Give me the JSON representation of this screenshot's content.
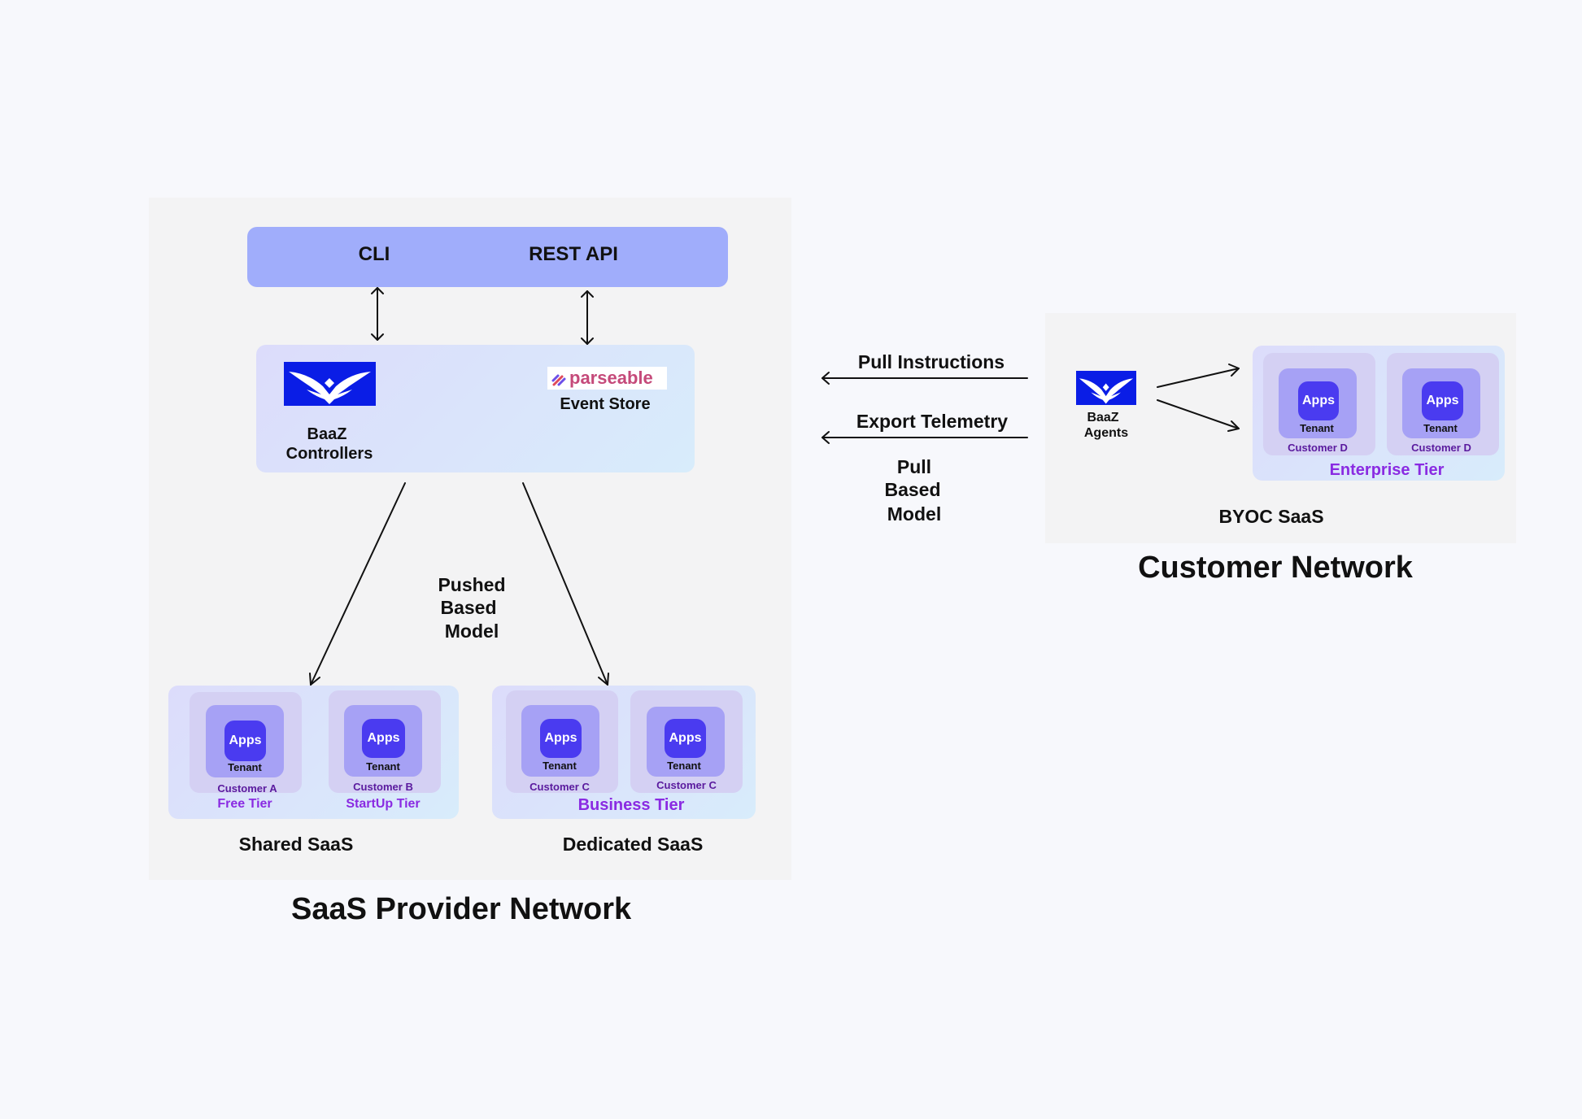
{
  "provider": {
    "title": "SaaS Provider Network",
    "api_bar": {
      "cli": "CLI",
      "rest": "REST API"
    },
    "controllers": {
      "name_line1": "BaaZ",
      "name_line2": "Controllers"
    },
    "event_store": {
      "brand": "parseable",
      "label": "Event Store"
    },
    "push_model": {
      "line1": "Pushed",
      "line2": "Based",
      "line3": "Model"
    },
    "shared": {
      "label": "Shared SaaS",
      "tenants": [
        {
          "apps": "Apps",
          "tenant": "Tenant",
          "customer": "Customer A",
          "tier": "Free Tier"
        },
        {
          "apps": "Apps",
          "tenant": "Tenant",
          "customer": "Customer B",
          "tier": "StartUp Tier"
        }
      ]
    },
    "dedicated": {
      "label": "Dedicated SaaS",
      "tier": "Business Tier",
      "tenants": [
        {
          "apps": "Apps",
          "tenant": "Tenant",
          "customer": "Customer C"
        },
        {
          "apps": "Apps",
          "tenant": "Tenant",
          "customer": "Customer C"
        }
      ]
    }
  },
  "middle": {
    "pull_instructions": "Pull Instructions",
    "export_telemetry": "Export Telemetry",
    "pull_model": {
      "line1": "Pull",
      "line2": "Based",
      "line3": "Model"
    }
  },
  "customer": {
    "title": "Customer Network",
    "agents": {
      "line1": "BaaZ",
      "line2": "Agents"
    },
    "byoc_label": "BYOC SaaS",
    "tier": "Enterprise Tier",
    "tenants": [
      {
        "apps": "Apps",
        "tenant": "Tenant",
        "customer": "Customer D"
      },
      {
        "apps": "Apps",
        "tenant": "Tenant",
        "customer": "Customer D"
      }
    ]
  },
  "colors": {
    "accent_blue": "#4a3bf0",
    "tier_purple": "#8a2be2",
    "api_bar": "#a0adfb",
    "logo_blue": "#0a1de6"
  },
  "icons": {
    "baaz_logo": "eagle-logo-icon",
    "parseable_logo": "parseable-logo-icon"
  }
}
